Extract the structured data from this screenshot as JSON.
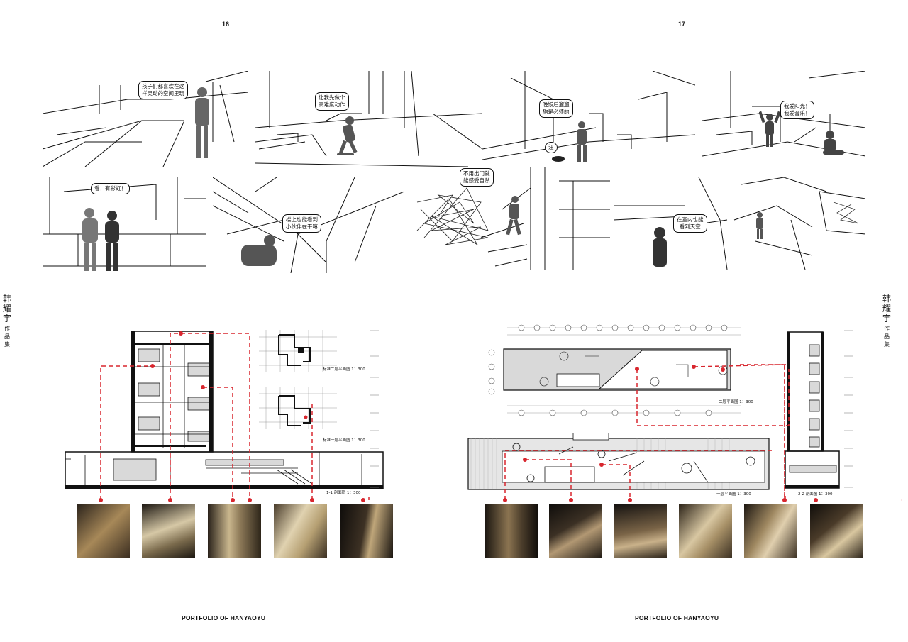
{
  "pages": {
    "left_number": "16",
    "right_number": "17",
    "left_footer": "PORTFOLIO OF HANYAOYU",
    "right_footer": "PORTFOLIO OF HANYAOYU"
  },
  "side_title": {
    "name": [
      "韩",
      "耀",
      "宇"
    ],
    "subtitle": [
      "作",
      "品",
      "集"
    ]
  },
  "bubbles": {
    "b1": [
      "孩子们都喜欢在这",
      "样灵动的空间里玩"
    ],
    "b2": [
      "让我先做个",
      "高难度动作"
    ],
    "b3": [
      "晚饭后遛遛",
      "狗是必须的"
    ],
    "b3b": "汪",
    "b4": [
      "我爱阳光！",
      "我爱音乐！"
    ],
    "b5": "看！有彩虹！",
    "b6": [
      "楼上也能看到",
      "小伙伴在干嘛"
    ],
    "b7": [
      "不用出门就",
      "能感受自然"
    ],
    "b8": [
      "在室内也能",
      "看到天空"
    ]
  },
  "drawings": {
    "plan_std_2": "标准二层平面图 1：300",
    "plan_std_1": "标准一层平面图 1：300",
    "section_1": "1-1 剖面图 1：300",
    "plan_floor_2": "二层平面图 1：300",
    "plan_floor_1": "一层平面图 1：300",
    "section_2": "2-2 剖面图 1：300"
  },
  "colors": {
    "accent": "#d8262e",
    "line": "#111111",
    "fill": "#d9d9d9",
    "photo": "#3a3027"
  }
}
